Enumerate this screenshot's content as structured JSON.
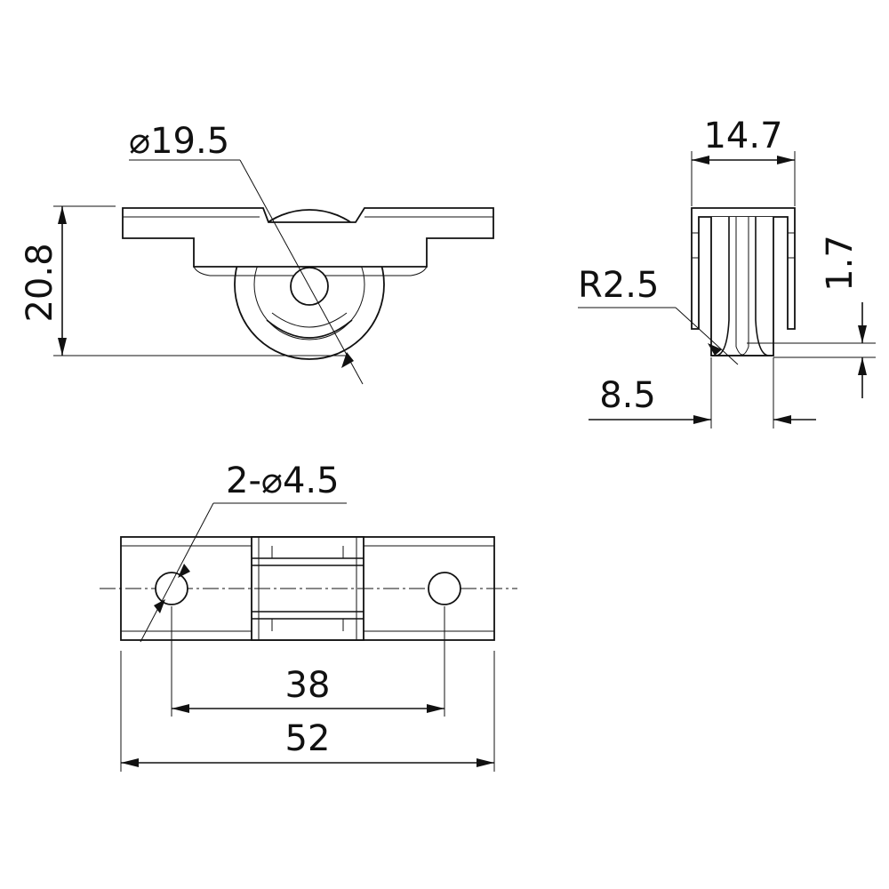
{
  "views": {
    "front": {
      "label_wheel_diameter": "⌀19.5",
      "label_height": "20.8"
    },
    "side": {
      "label_width": "14.7",
      "label_groove_radius": "R2.5",
      "label_groove_depth": "1.7",
      "label_wheel_width": "8.5"
    },
    "top": {
      "label_holes": "2-⌀4.5",
      "label_hole_spacing": "38",
      "label_length": "52"
    }
  }
}
